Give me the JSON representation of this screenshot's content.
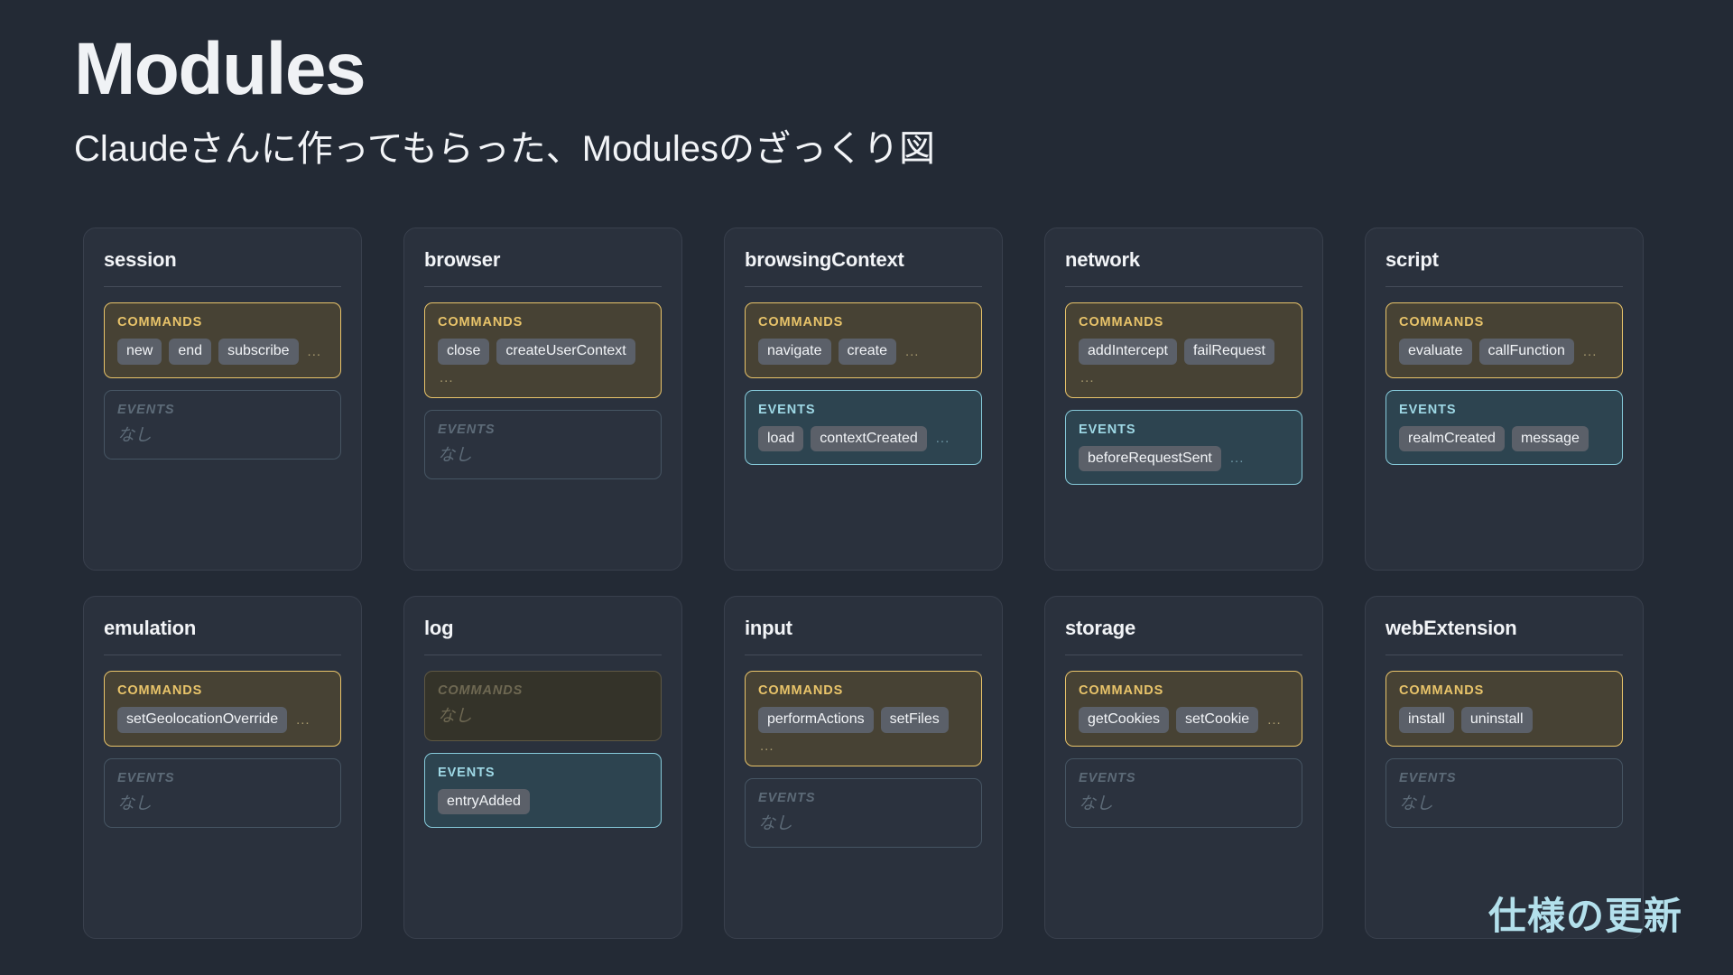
{
  "header": {
    "title": "Modules",
    "subtitle": "Claudeさんに作ってもらった、Modulesのざっくり図"
  },
  "labels": {
    "commands": "COMMANDS",
    "events": "EVENTS",
    "none": "なし",
    "ellipsis": "..."
  },
  "colors": {
    "page_bg": "#232a35",
    "card_bg": "#2a313d",
    "commands_accent": "#e9c46a",
    "events_accent": "#86cada",
    "chip_bg": "#5b6069",
    "watermark": "#b3e0ec"
  },
  "watermark": "仕様の更新",
  "modules": [
    {
      "name": "session",
      "commands": {
        "state": "active",
        "items": [
          "new",
          "end",
          "subscribe"
        ],
        "more": true
      },
      "events": {
        "state": "empty",
        "items": [],
        "more": false
      }
    },
    {
      "name": "browser",
      "commands": {
        "state": "active",
        "items": [
          "close",
          "createUserContext"
        ],
        "more": true
      },
      "events": {
        "state": "empty",
        "items": [],
        "more": false
      }
    },
    {
      "name": "browsingContext",
      "commands": {
        "state": "active",
        "items": [
          "navigate",
          "create"
        ],
        "more": true
      },
      "events": {
        "state": "active",
        "items": [
          "load",
          "contextCreated"
        ],
        "more": true
      }
    },
    {
      "name": "network",
      "commands": {
        "state": "active",
        "items": [
          "addIntercept",
          "failRequest"
        ],
        "more": true
      },
      "events": {
        "state": "active",
        "items": [
          "beforeRequestSent"
        ],
        "more": true
      }
    },
    {
      "name": "script",
      "commands": {
        "state": "active",
        "items": [
          "evaluate",
          "callFunction"
        ],
        "more": true
      },
      "events": {
        "state": "active",
        "items": [
          "realmCreated",
          "message"
        ],
        "more": false
      }
    },
    {
      "name": "emulation",
      "commands": {
        "state": "active",
        "items": [
          "setGeolocationOverride"
        ],
        "more": true
      },
      "events": {
        "state": "empty",
        "items": [],
        "more": false
      }
    },
    {
      "name": "log",
      "commands": {
        "state": "empty",
        "items": [],
        "more": false
      },
      "events": {
        "state": "active",
        "items": [
          "entryAdded"
        ],
        "more": false
      }
    },
    {
      "name": "input",
      "commands": {
        "state": "active",
        "items": [
          "performActions",
          "setFiles"
        ],
        "more": true
      },
      "events": {
        "state": "empty",
        "items": [],
        "more": false
      }
    },
    {
      "name": "storage",
      "commands": {
        "state": "active",
        "items": [
          "getCookies",
          "setCookie"
        ],
        "more": true
      },
      "events": {
        "state": "empty",
        "items": [],
        "more": false
      }
    },
    {
      "name": "webExtension",
      "commands": {
        "state": "active",
        "items": [
          "install",
          "uninstall"
        ],
        "more": false
      },
      "events": {
        "state": "empty",
        "items": [],
        "more": false
      }
    }
  ]
}
